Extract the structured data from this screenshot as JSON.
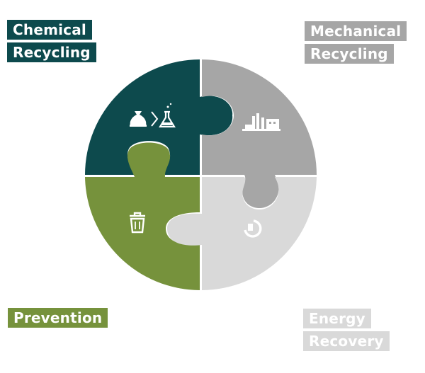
{
  "colors": {
    "chemical": "#0d4a4d",
    "mechanical": "#a6a6a6",
    "prevention": "#76923c",
    "energy": "#d9d9d9",
    "background": "#ffffff"
  },
  "labels": {
    "chemical": {
      "line1": "Chemical",
      "line2": "Recycling"
    },
    "mechanical": {
      "line1": "Mechanical",
      "line2": "Recycling"
    },
    "prevention": {
      "line1": "Prevention"
    },
    "energy": {
      "line1": "Energy",
      "line2": "Recovery"
    }
  },
  "icons": {
    "chemical": [
      "bag-icon",
      "chevron-right-icon",
      "flask-icon"
    ],
    "mechanical": "factory-icon",
    "prevention": "trash-bin-icon",
    "energy": "recovery-cycle-icon"
  }
}
